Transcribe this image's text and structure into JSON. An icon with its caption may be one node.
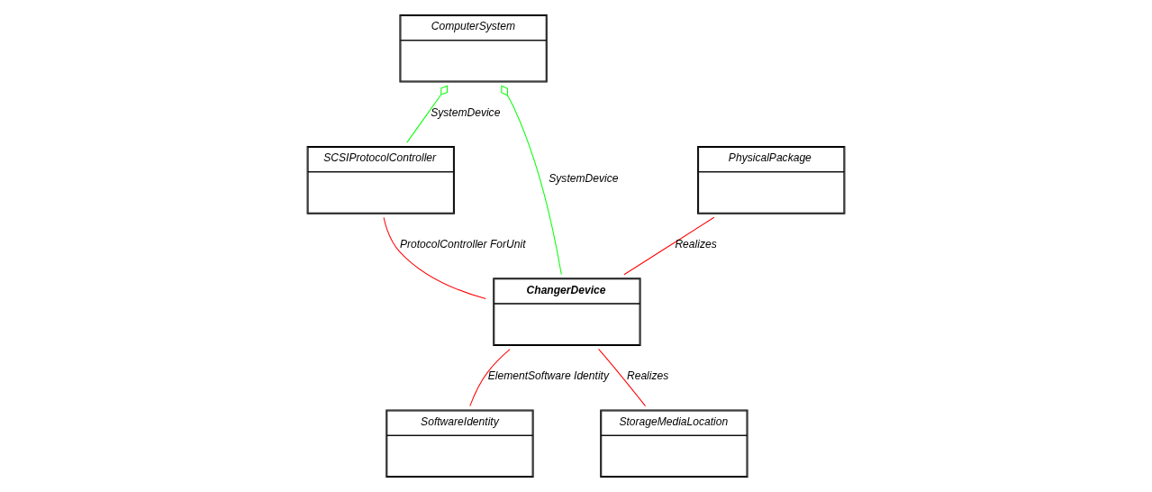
{
  "diagram": {
    "nodes": [
      {
        "text": [
          "ComputerSystem"
        ]
      },
      {
        "text": [
          "SCSIProtocolController"
        ]
      },
      {
        "text": [
          "PhysicalPackage"
        ]
      },
      {
        "text": [
          "ChangerDevice"
        ]
      },
      {
        "text": [
          "SoftwareIdentity"
        ]
      },
      {
        "text": [
          "StorageMediaLocation"
        ]
      }
    ],
    "edges": [
      {
        "from": 1,
        "to": 0,
        "arrow": "other",
        "label": "SystemDevice",
        "color": "#00ff00"
      },
      {
        "from": 3,
        "to": 0,
        "arrow": "other",
        "label": "SystemDevice",
        "color": "#00ff00"
      },
      {
        "from": 1,
        "to": 3,
        "arrow": "none",
        "label": "ProtocolController ForUnit"
      },
      {
        "from": 2,
        "to": 3,
        "arrow": "none",
        "label": "Realizes"
      },
      {
        "from": 3,
        "to": 4,
        "arrow": "none",
        "label": "ElementSoftware Identity"
      },
      {
        "from": 3,
        "to": 5,
        "arrow": "none",
        "label": "Realizes"
      }
    ]
  }
}
